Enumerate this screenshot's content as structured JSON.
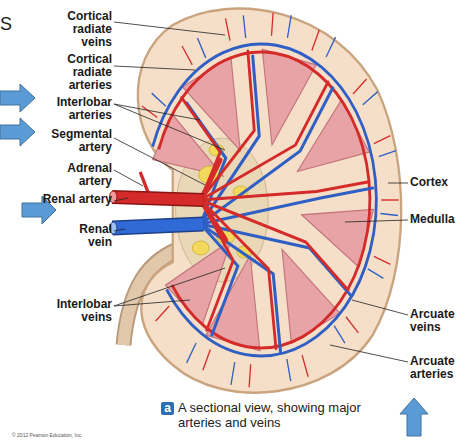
{
  "diagram": {
    "caption": "A sectional view, showing major arteries and veins",
    "labels": [
      "S",
      "Cortical radiate veins",
      "Cortical radiate arteries",
      "Interlobar arteries",
      "Segmental artery",
      "Adrenal artery",
      "Renal artery",
      "Renal vein",
      "Cortex",
      "Medulla",
      "Interlobar veins",
      "Arcuate veins",
      "Arcuate arteries",
      "a",
      "© 2012 Pearson Education, Inc."
    ]
  }
}
